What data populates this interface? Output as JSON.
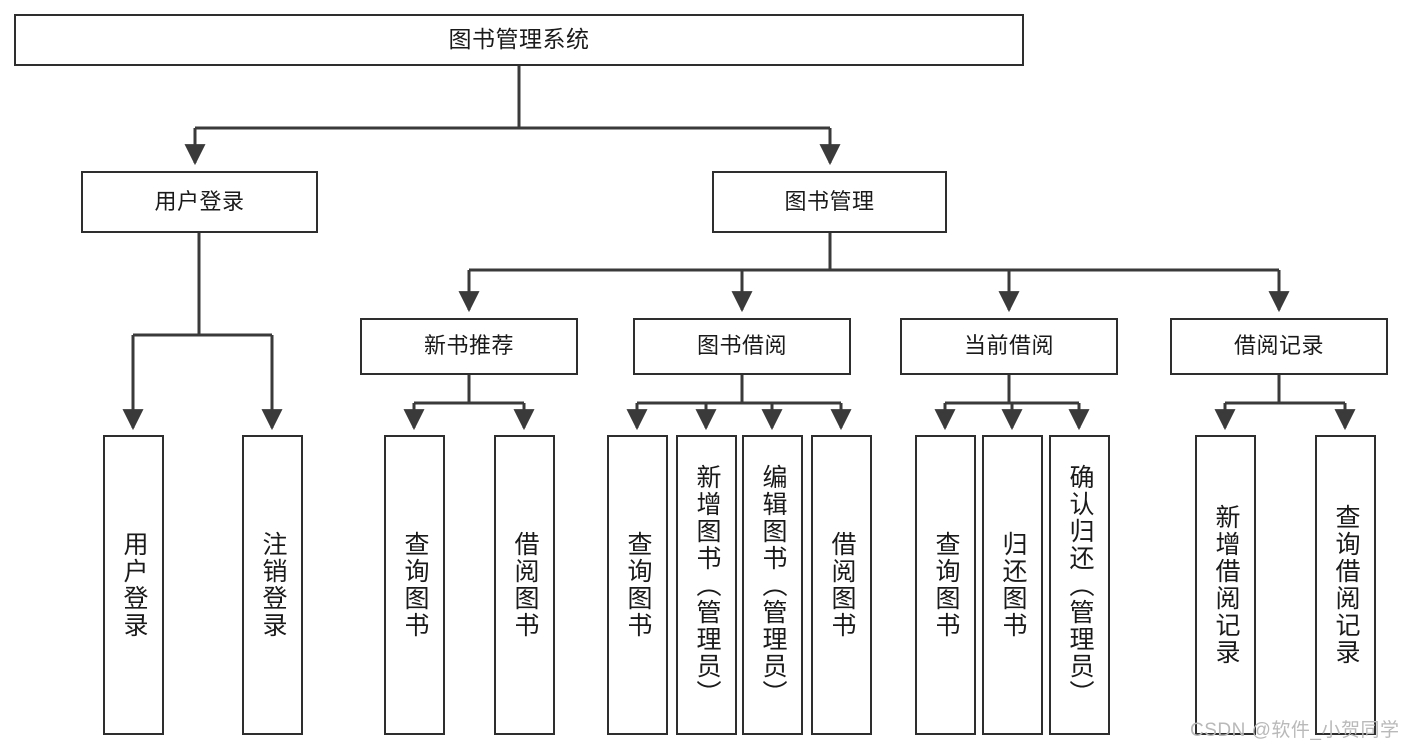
{
  "diagram": {
    "title": "图书管理系统",
    "type": "hierarchy-tree",
    "levels": 4,
    "root": {
      "label": "图书管理系统",
      "children": [
        {
          "label": "用户登录",
          "children": [
            {
              "label": "用户登录"
            },
            {
              "label": "注销登录"
            }
          ]
        },
        {
          "label": "图书管理",
          "children": [
            {
              "label": "新书推荐",
              "children": [
                {
                  "label": "查询图书"
                },
                {
                  "label": "借阅图书"
                }
              ]
            },
            {
              "label": "图书借阅",
              "children": [
                {
                  "label": "查询图书"
                },
                {
                  "label": "新增图书（管理员）"
                },
                {
                  "label": "编辑图书（管理员）"
                },
                {
                  "label": "借阅图书"
                }
              ]
            },
            {
              "label": "当前借阅",
              "children": [
                {
                  "label": "查询图书"
                },
                {
                  "label": "归还图书"
                },
                {
                  "label": "确认归还（管理员）"
                }
              ]
            },
            {
              "label": "借阅记录",
              "children": [
                {
                  "label": "新增借阅记录"
                },
                {
                  "label": "查询借阅记录"
                }
              ]
            }
          ]
        }
      ]
    }
  },
  "nodes": {
    "root": "图书管理系统",
    "user_login": "用户登录",
    "book_manage": "图书管理",
    "new_book_rec": "新书推荐",
    "book_borrow": "图书借阅",
    "current_borrow": "当前借阅",
    "borrow_record": "借阅记录",
    "leaf_user_login": "用户登录",
    "leaf_logout": "注销登录",
    "leaf_rec_query": "查询图书",
    "leaf_rec_borrow": "借阅图书",
    "leaf_bb_query": "查询图书",
    "leaf_bb_add": "新增图书（管理员）",
    "leaf_bb_edit": "编辑图书（管理员）",
    "leaf_bb_borrow": "借阅图书",
    "leaf_cb_query": "查询图书",
    "leaf_cb_return": "归还图书",
    "leaf_cb_confirm": "确认归还（管理员）",
    "leaf_br_add": "新增借阅记录",
    "leaf_br_query": "查询借阅记录"
  },
  "watermark": {
    "text": "CSDN @软件_小贺同学"
  },
  "colors": {
    "box_border": "#2e2e2e",
    "box_fill": "#ffffff",
    "connector": "#3a3a3a",
    "text": "#1a1a1a",
    "watermark": "#b9b9b9",
    "background": "#ffffff"
  }
}
